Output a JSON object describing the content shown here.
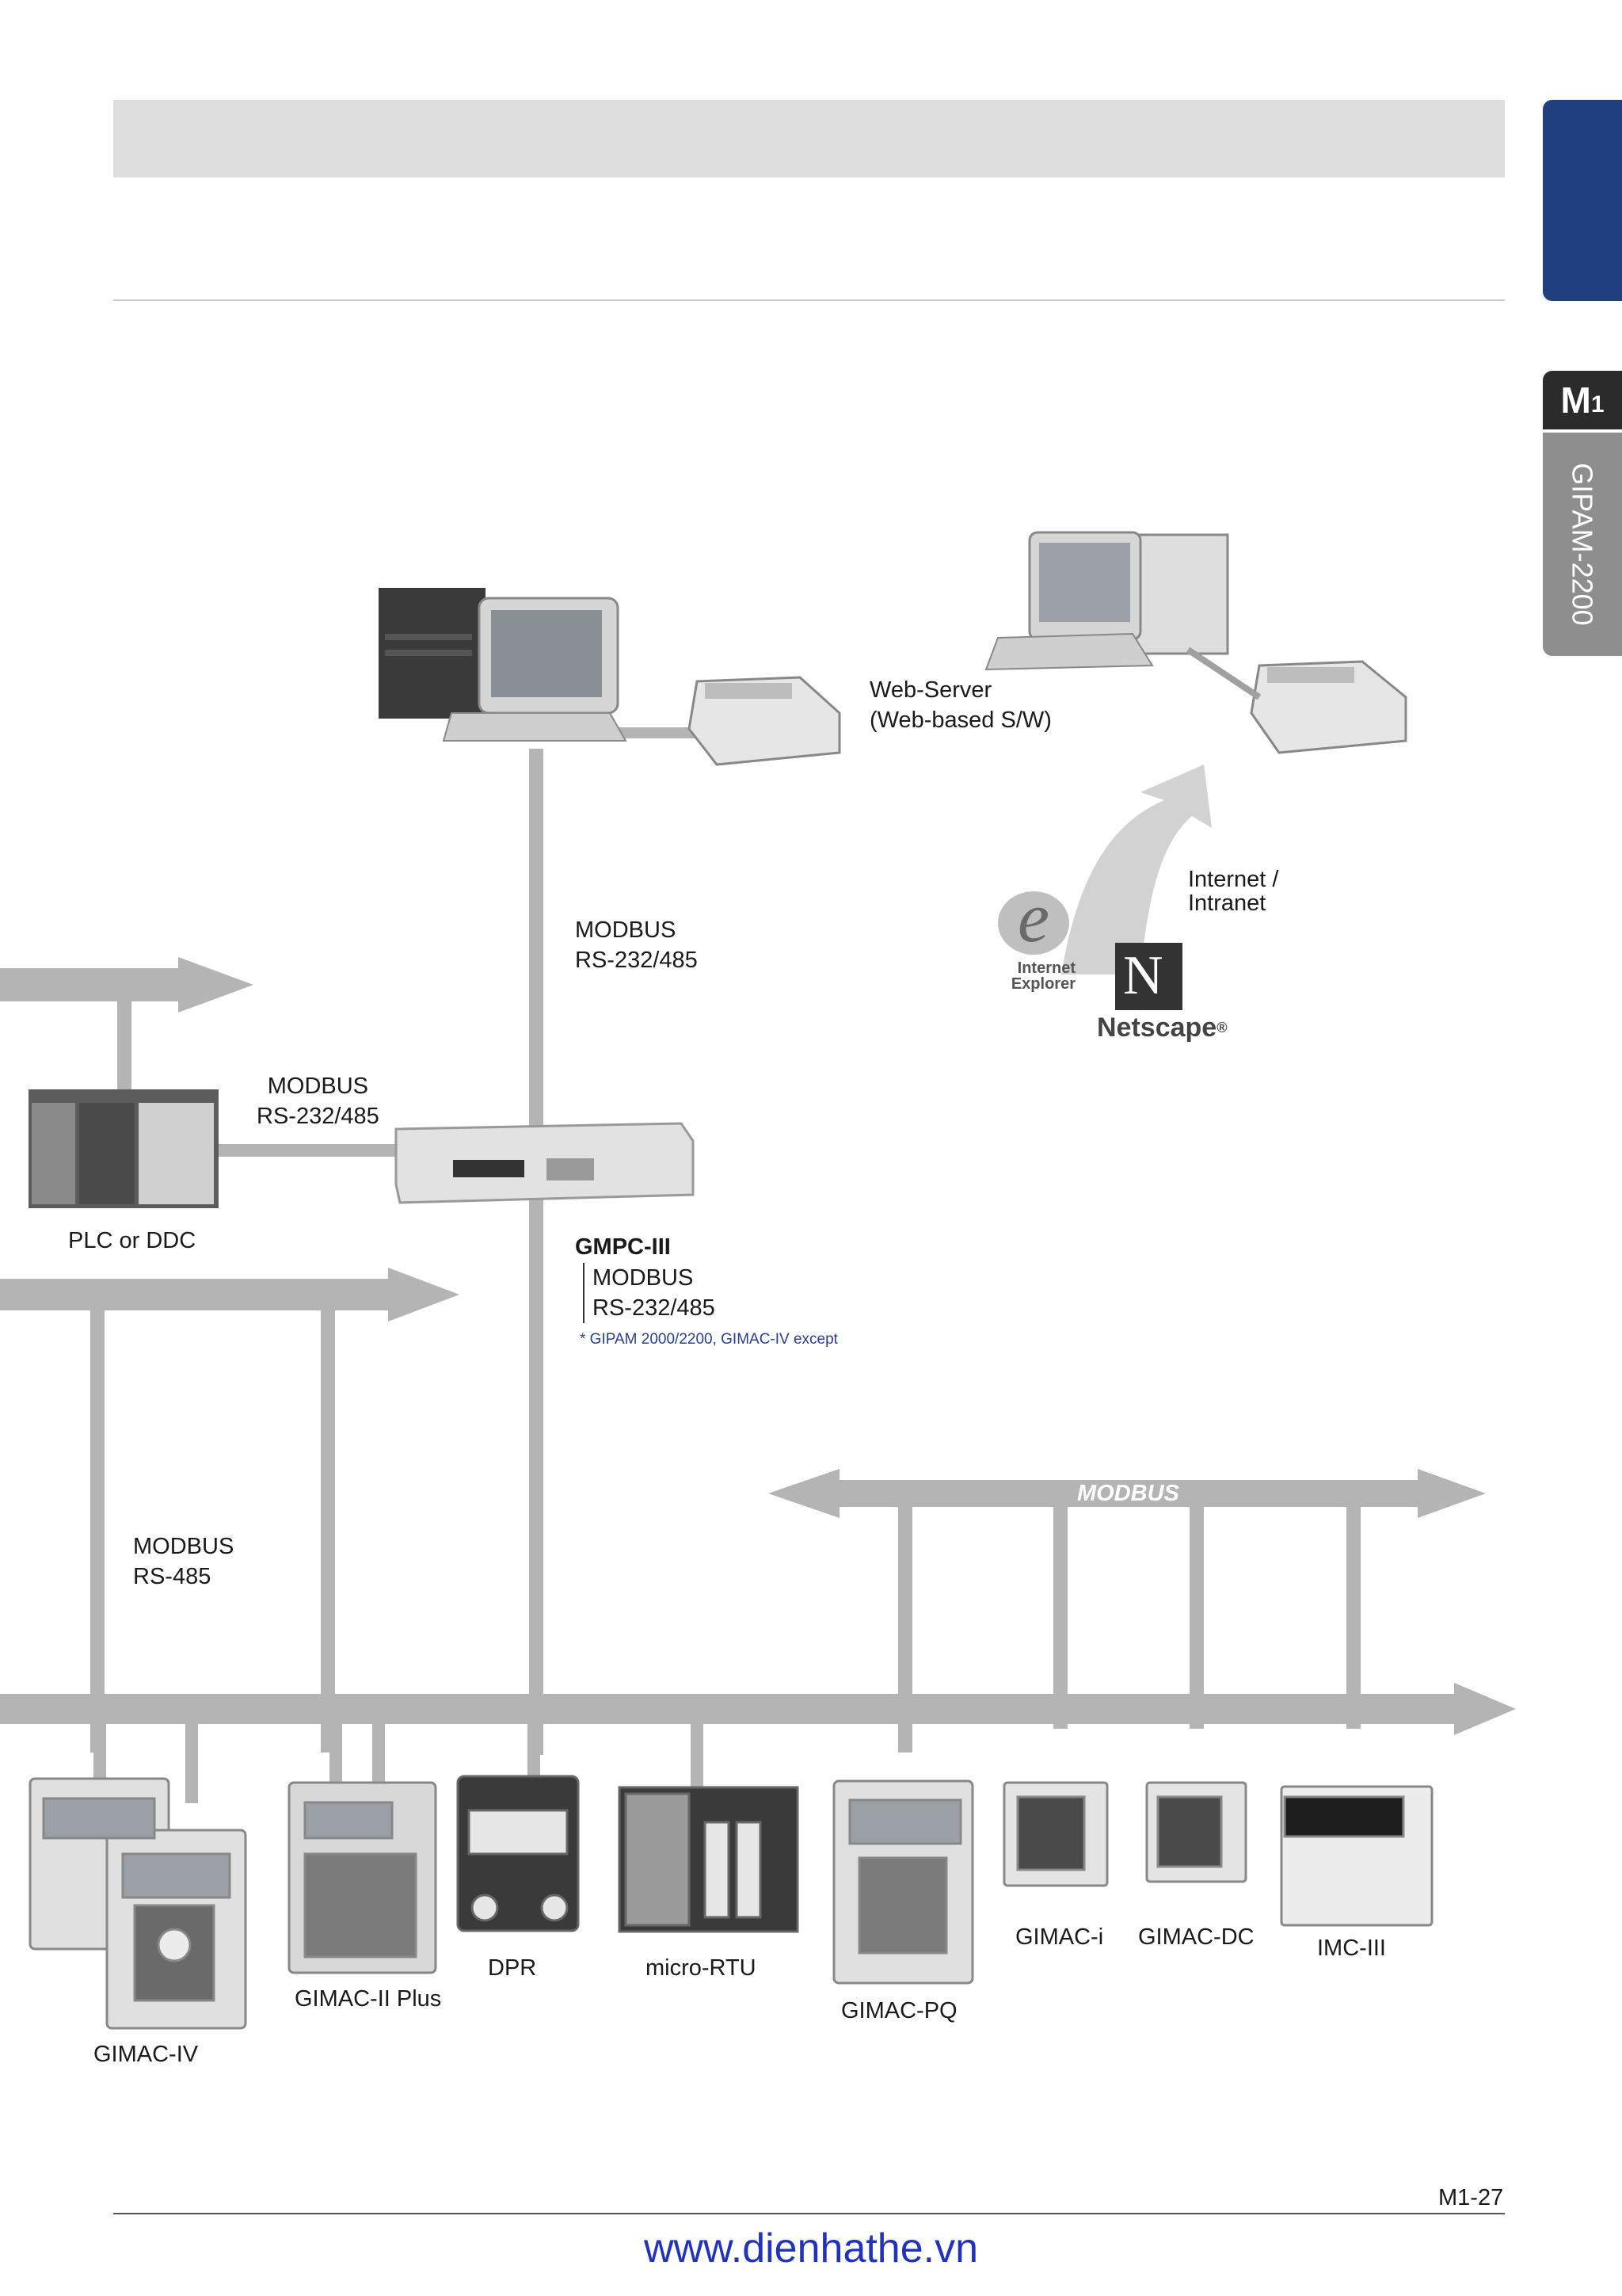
{
  "side_tab": {
    "code": "M",
    "code_sub": "1",
    "label": "GIPAM-2200"
  },
  "labels": {
    "web_server": [
      "Web-Server",
      "(Web-based S/W)"
    ],
    "internet": [
      "Internet /",
      "Intranet"
    ],
    "modbus_top": [
      "MODBUS",
      "RS-232/485"
    ],
    "modbus_plc": [
      "MODBUS",
      "RS-232/485"
    ],
    "plc": "PLC or DDC",
    "gmpc_title": "GMPC-III",
    "gmpc_modbus": [
      "MODBUS",
      "RS-232/485"
    ],
    "gmpc_note": "* GIPAM 2000/2200, GIMAC-IV except",
    "modbus_rs485": [
      "MODBUS",
      "RS-485"
    ],
    "modbus_bus": "MODBUS",
    "ie_logo": [
      "Internet",
      "Explorer"
    ],
    "netscape_logo": "Netscape",
    "netscape_letter": "N",
    "registered": "®"
  },
  "devices": [
    "GIMAC-IV",
    "GIMAC-II Plus",
    "DPR",
    "micro-RTU",
    "GIMAC-PQ",
    "GIMAC-i",
    "GIMAC-DC",
    "IMC-III"
  ],
  "page_number": "M1-27",
  "footer_url": "www.dienhathe.vn",
  "colors": {
    "bus_gray": "#b4b4b4",
    "tab_blue": "#1f3f7e",
    "note_blue": "#2a3f8f",
    "footer_blue": "#2233bb"
  }
}
